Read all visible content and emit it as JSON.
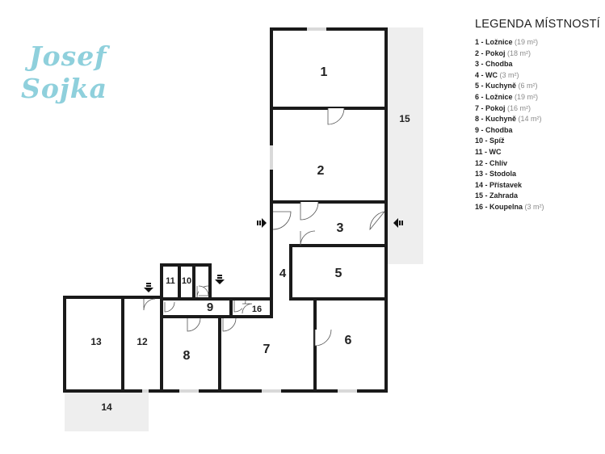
{
  "logo": {
    "line1": "Josef",
    "line2": "Sojka"
  },
  "legend": {
    "title": "LEGENDA MÍSTNOSTÍ",
    "items": [
      {
        "label": "1 - Ložnice",
        "area": "(19 m²)"
      },
      {
        "label": "2 - Pokoj",
        "area": "(18 m²)"
      },
      {
        "label": "3 - Chodba",
        "area": ""
      },
      {
        "label": "4 - WC",
        "area": "(3 m²)"
      },
      {
        "label": "5 - Kuchyně",
        "area": "(6 m²)"
      },
      {
        "label": "6 - Ložnice",
        "area": "(19 m²)"
      },
      {
        "label": "7 - Pokoj",
        "area": "(16 m²)"
      },
      {
        "label": "8 - Kuchyně",
        "area": "(14 m²)"
      },
      {
        "label": "9 - Chodba",
        "area": ""
      },
      {
        "label": "10 - Spíž",
        "area": ""
      },
      {
        "label": "11 - WC",
        "area": ""
      },
      {
        "label": "12 - Chlív",
        "area": ""
      },
      {
        "label": "13 - Stodola",
        "area": ""
      },
      {
        "label": "14 - Přístavek",
        "area": ""
      },
      {
        "label": "15 - Zahrada",
        "area": ""
      },
      {
        "label": "16 - Koupelna",
        "area": "(3 m²)"
      }
    ]
  },
  "rooms": {
    "r1": "1",
    "r2": "2",
    "r3": "3",
    "r4": "4",
    "r5": "5",
    "r6": "6",
    "r7": "7",
    "r8": "8",
    "r9": "9",
    "r10": "10",
    "r11": "11",
    "r12": "12",
    "r13": "13",
    "r14": "14",
    "r15": "15",
    "r16": "16"
  },
  "colors": {
    "wall": "#1a1a1a",
    "outdoor": "#eeeeee",
    "window": "#d9d9d9",
    "logo": "#8fd0dc"
  }
}
